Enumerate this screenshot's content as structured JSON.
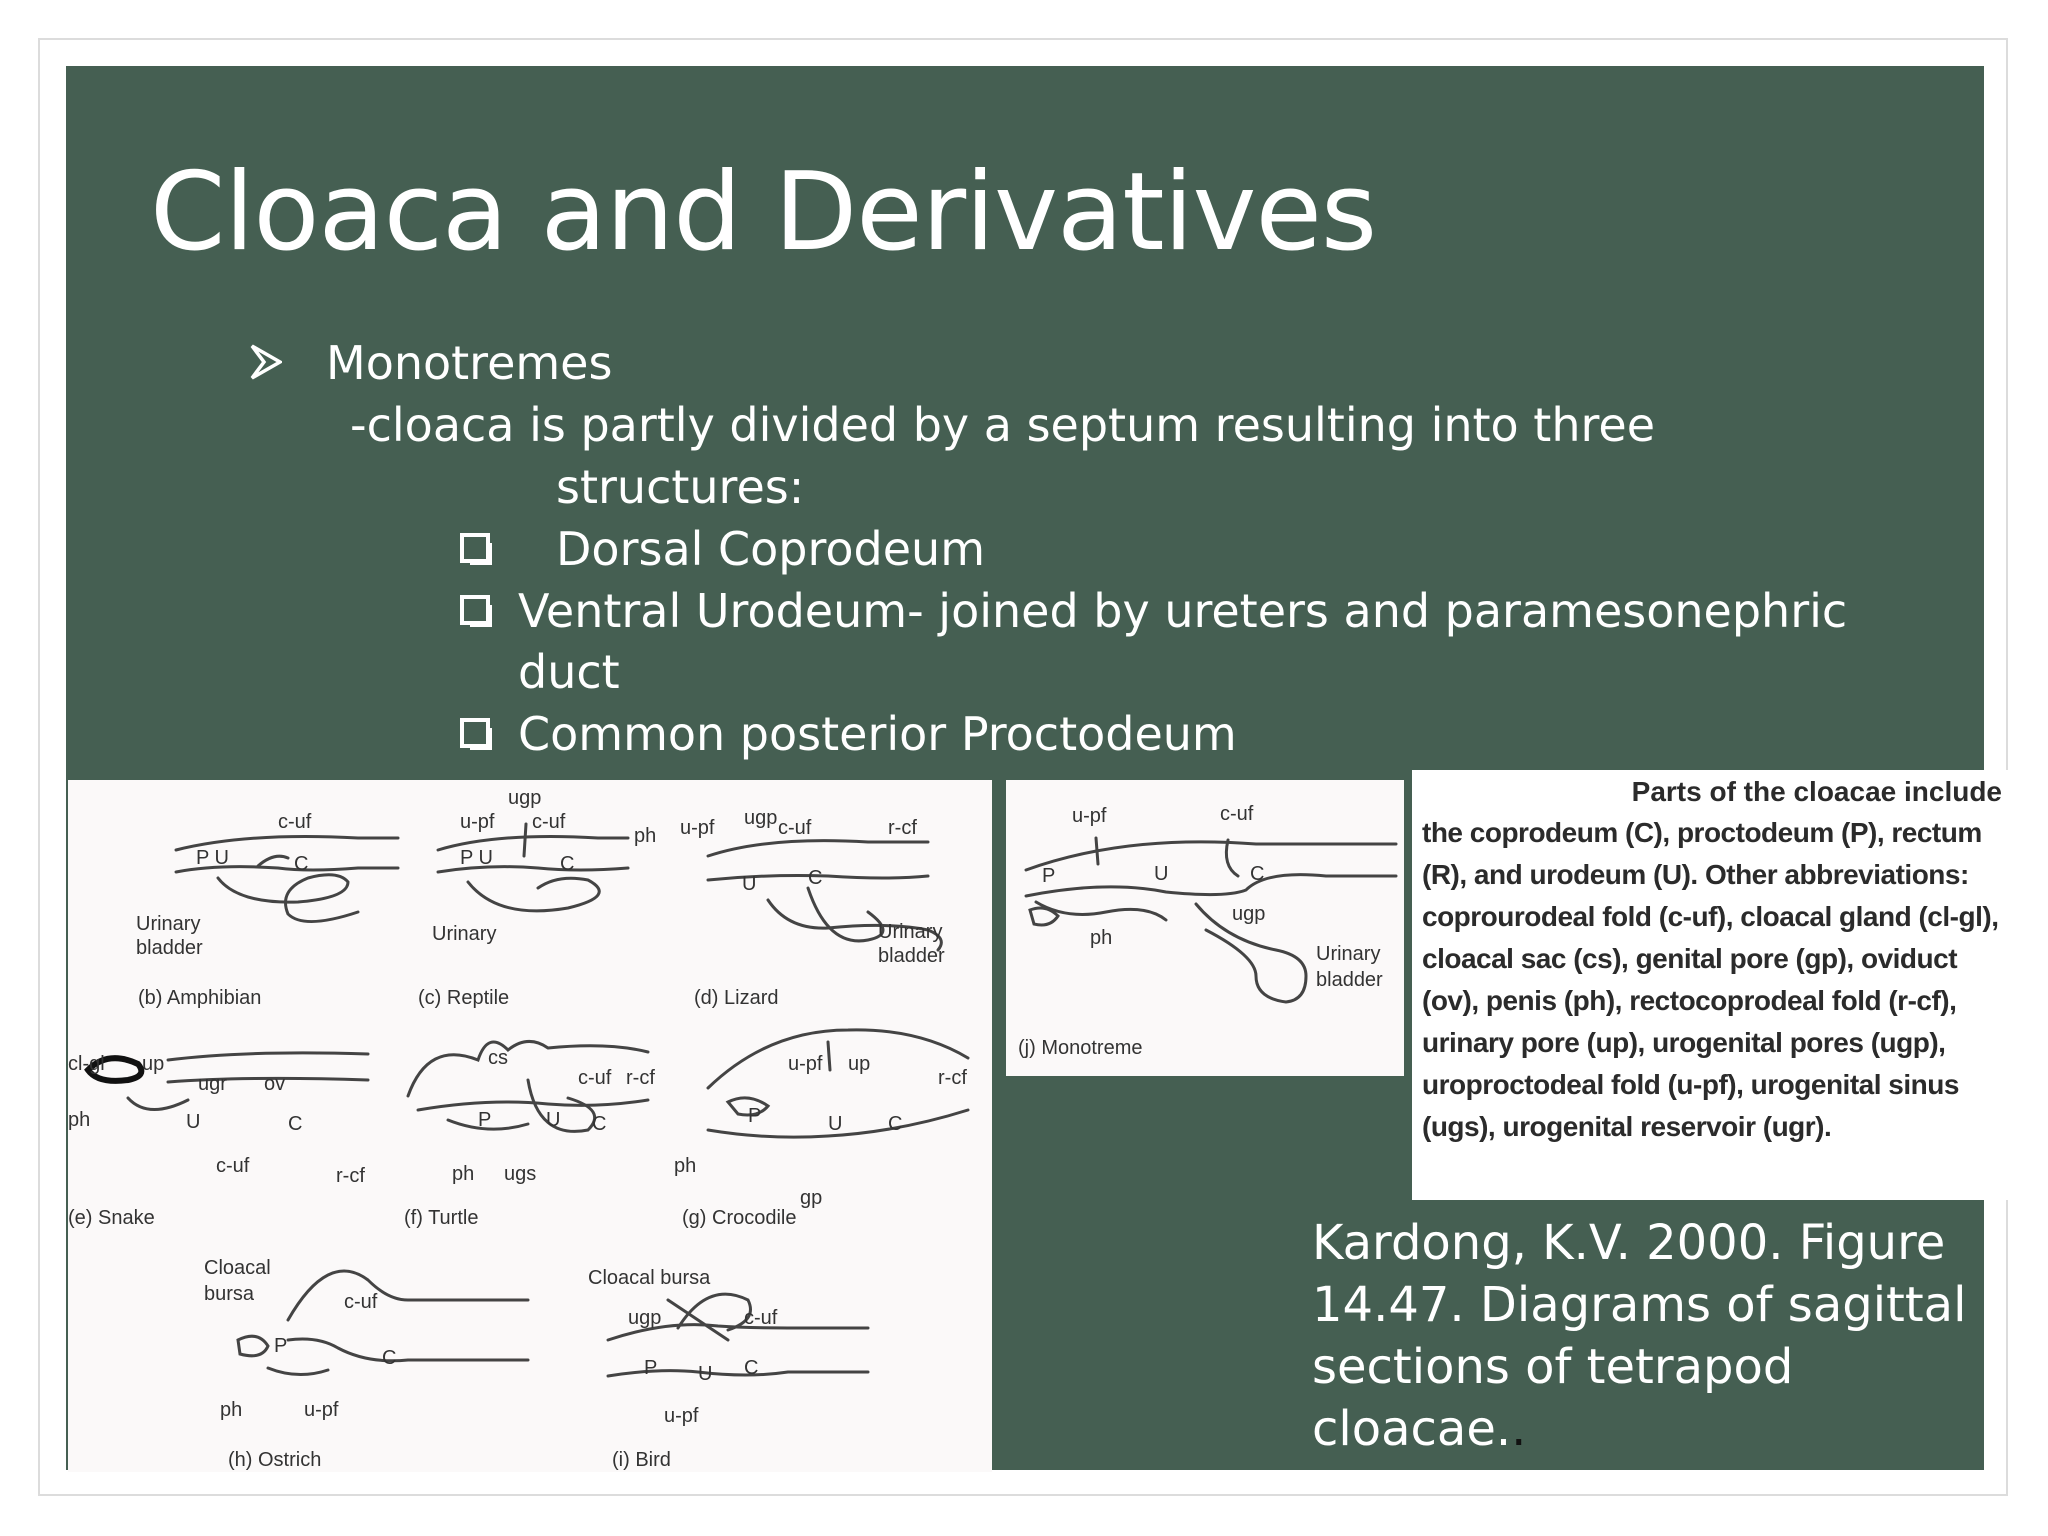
{
  "slide": {
    "title": "Cloaca and Derivatives",
    "bullet_main": "Monotremes",
    "sub_line1": "-cloaca is partly divided by a septum resulting into three",
    "sub_line2": "structures:",
    "items": [
      "Dorsal Coprodeum",
      "Ventral Urodeum- joined by ureters and paramesonephric",
      "duct",
      "Common posterior Proctodeum"
    ]
  },
  "figure": {
    "captions": {
      "b": "(b) Amphibian",
      "c": "(c) Reptile",
      "d": "(d) Lizard",
      "e": "(e) Snake",
      "f": "(f) Turtle",
      "g": "(g) Crocodile",
      "h": "(h) Ostrich",
      "i": "(i) Bird",
      "j": "(j) Monotreme"
    },
    "labels": {
      "c_uf": "c-uf",
      "u_pf": "u-pf",
      "ugp": "ugp",
      "r_cf": "r-cf",
      "ph": "ph",
      "P": "P",
      "U": "U",
      "C": "C",
      "PU": "P U",
      "urinary_bladder_1": "Urinary",
      "urinary_bladder_2": "bladder",
      "urinary": "Urinary",
      "cl_gl": "cl-gl",
      "up": "up",
      "ugr": "ugr",
      "ov": "ov",
      "cs": "cs",
      "ugs": "ugs",
      "gp": "gp",
      "cloacal": "Cloacal",
      "bursa": "bursa",
      "cloacal_bursa": "Cloacal bursa"
    },
    "legend_title": "Parts of the cloacae include",
    "legend_body": "the coprodeum (C), proctodeum (P), rectum (R), and urodeum (U). Other abbreviations: coprourodeal fold (c-uf), cloacal gland (cl-gl), cloacal sac (cs), genital pore (gp), oviduct (ov), penis (ph), rectocoprodeal fold (r-cf), urinary pore (up), urogenital pores (ugp), uroproctodeal fold (u-pf), urogenital sinus (ugs), urogenital reservoir (ugr)."
  },
  "citation": {
    "text": "Kardong, K.V. 2000. Figure 14.47. Diagrams of sagittal sections of tetrapod cloacae.",
    "trailing": "."
  },
  "colors": {
    "slide_bg": "#455f52",
    "text": "#ffffff",
    "figure_bg": "#fbf9f9"
  }
}
